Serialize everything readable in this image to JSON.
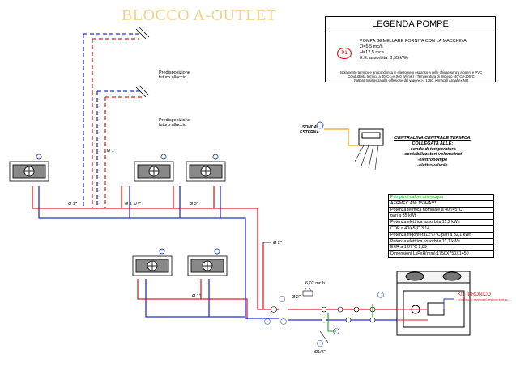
{
  "title": "BLOCCO A-OUTLET",
  "legend": {
    "title": "LEGENDA POMPE",
    "tag": "P1",
    "lines": [
      "POMPA GEMELLARE FORNITA CON LA MACCHINA",
      "Q=5,5 mc/h",
      "H=12,5 mca",
      "E.E. assorbita: 0,55 kWe"
    ],
    "note": [
      "Isolamento termico e anticondensa in elastomero espanso a celle chiuse senza alogeni e PVC",
      "Conduttività termica a 40°C<=0,040 W/(mK) - Temperatura di impiego -40°C/+105°C",
      "Fattore resistenza alla diffusione del vapore >= 1750. Armacell Armaflex NH"
    ]
  },
  "predisposizione": {
    "line1": "Predisposizione",
    "line2": "futuro allaccio"
  },
  "sonda": {
    "line1": "SONDA",
    "line2": "ESTERNA"
  },
  "centralina": {
    "title": "CENTRALINA CENTRALE TERMICA",
    "subtitle": "COLLEGATA ALLE:",
    "items": [
      "-sonde di temperatura",
      "-contabilizzatori volumetrici",
      "-elettropompe",
      "-elettrovalvole"
    ]
  },
  "specs": {
    "header": "Pompa di calore aria-acqua",
    "rows": [
      "AERMEC ANL153HA***",
      "Potenza termica nominale a 40°/45°C",
      "pari a 35 kWt",
      "Potenza elettrica assorbita 11,2 kWe",
      "COP a 40/45°C 3,14",
      "Potenza frigorifera12°/7°C pari a 32,1 kWf",
      "Potenza elettrica assorbita 11,1 kWe",
      "EER a 12/7°C 2,89",
      "Dimensioni LxPxH(mm):1750X750X1450"
    ]
  },
  "pipes": {
    "d1": "Ø 1\"",
    "d1b": "Ø 1\"",
    "d114": "Ø 1 1/4\"",
    "d2": "Ø 2\"",
    "d2b": "Ø 2\"",
    "d1c": "Ø 1\"",
    "d2c": "Ø 2\"",
    "d12": "Ø1/2\""
  },
  "flow": "6,02 mc/h",
  "kit": {
    "label": "KIT IDRONICO",
    "note": "completo di: sistema di gestione interna, ..."
  },
  "colors": {
    "supply": "#e02020",
    "return": "#2030d0",
    "fan_coil": "#555555",
    "title": "#f0d58e",
    "accent": "#3050c0"
  }
}
